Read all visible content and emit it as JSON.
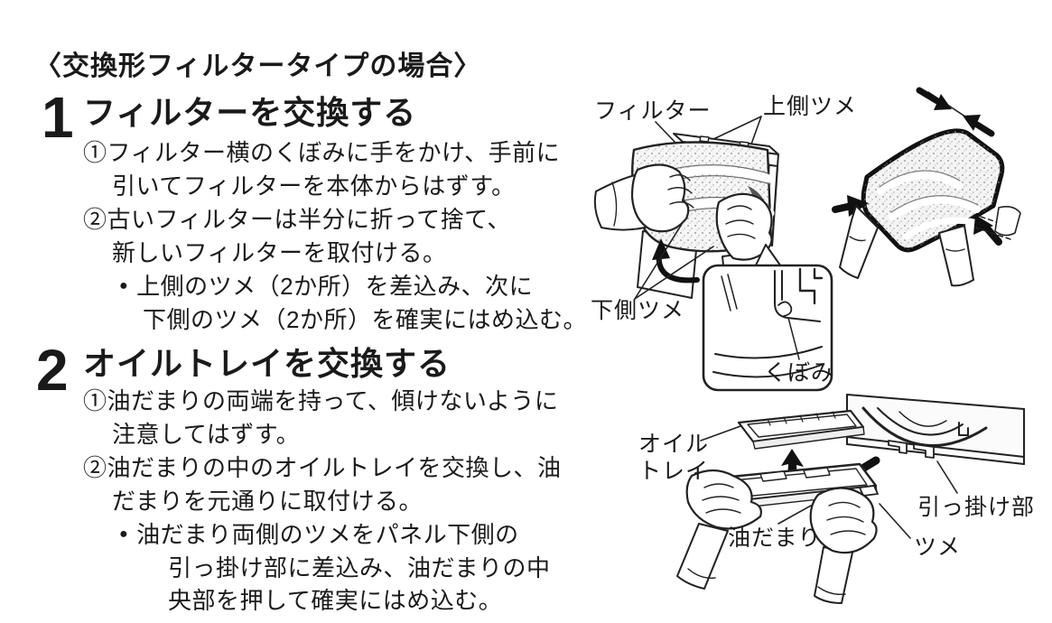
{
  "page": {
    "title": "〈交換形フィルタータイプの場合〉"
  },
  "steps": [
    {
      "number": "1",
      "heading": "フィルターを交換する",
      "lines": [
        "①フィルター横のくぼみに手をかけ、手前に",
        "引いてフィルターを本体からはずす。",
        "②古いフィルターは半分に折って捨て、",
        "新しいフィルターを取付ける。"
      ],
      "bullet_marker": "●",
      "bullet_lines": [
        "上側のツメ（2か所）を差込み、次に",
        "下側のツメ（2か所）を確実にはめ込む。"
      ]
    },
    {
      "number": "2",
      "heading": "オイルトレイを交換する",
      "lines": [
        "①油だまりの両端を持って、傾けないように",
        "注意してはずす。",
        "②油だまりの中のオイルトレイを交換し、油",
        "だまりを元通りに取付ける。"
      ],
      "bullet_marker": "●",
      "bullet_lines": [
        "油だまり両側のツメをパネル下側の",
        "引っ掛け部に差込み、油だまりの中",
        "央部を押して確実にはめ込む。"
      ]
    }
  ],
  "figures": {
    "filter_unit": {
      "labels": {
        "filter": "フィルター",
        "upper_tab": "上側ツメ",
        "lower_tab": "下側ツメ",
        "recess": "くぼみ"
      }
    },
    "oil_tray": {
      "labels": {
        "oil_tray_line1": "オイル",
        "oil_tray_line2": "トレイ",
        "oil_pool": "油だまり",
        "hook": "引っ掛け部",
        "tab": "ツメ"
      }
    }
  },
  "colors": {
    "ink": "#1a1a1a",
    "paper": "#ffffff"
  }
}
